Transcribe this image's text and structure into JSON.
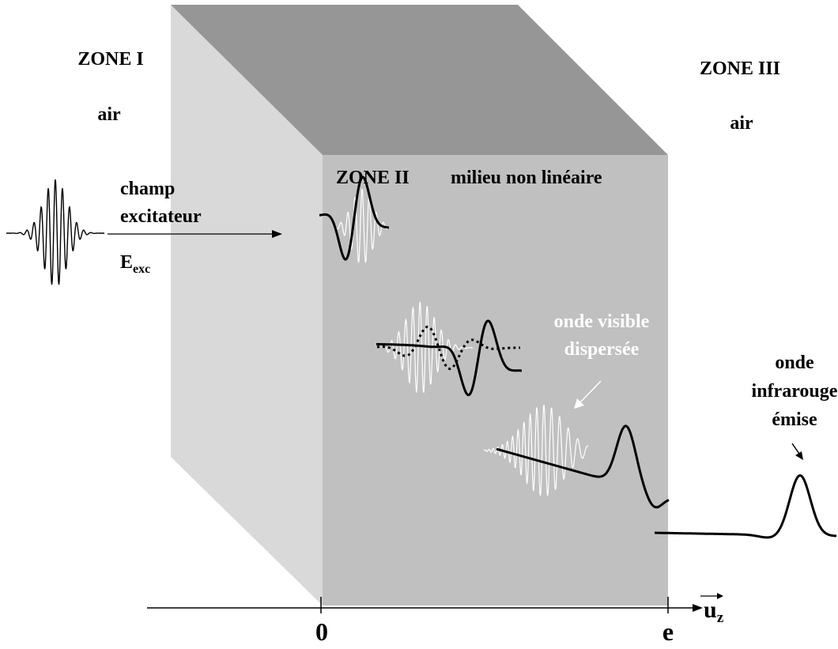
{
  "zones": {
    "zone1": {
      "title": "ZONE I",
      "medium": "air"
    },
    "zone2": {
      "title": "ZONE II",
      "medium": "milieu non linéaire"
    },
    "zone3": {
      "title": "ZONE III",
      "medium": "air"
    }
  },
  "incident": {
    "line1": "champ",
    "line2": "excitateur",
    "symbol_main": "E",
    "symbol_sub": "exc"
  },
  "visible_wave": {
    "line1": "onde visible",
    "line2": "dispersée"
  },
  "ir_wave": {
    "line1": "onde",
    "line2": "infrarouge",
    "line3": "émise"
  },
  "axis": {
    "origin_label": "0",
    "end_label": "e",
    "unit_main": "u",
    "unit_sub": "z"
  },
  "colors": {
    "left_face": "#d9d9d9",
    "top_face": "#969696",
    "front_face": "#c0c0c0",
    "ink": "#000000",
    "white_text": "#ffffff"
  }
}
